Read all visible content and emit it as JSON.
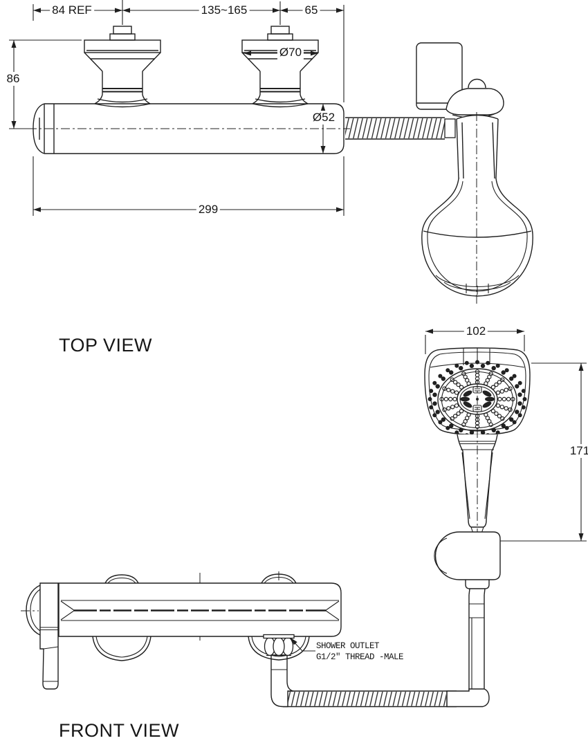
{
  "drawing": {
    "views": {
      "top_view_label": "TOP VIEW",
      "front_view_label": "FRONT VIEW"
    },
    "dimensions": {
      "top_view": {
        "left_reference": "84 REF",
        "handle_spacing": "135~165",
        "right_offset": "65",
        "depth": "86",
        "handle_flange_diameter": "Ø70",
        "body_diameter": "Ø52",
        "overall_length": "299"
      },
      "hand_shower": {
        "head_width": "102",
        "head_length": "171"
      }
    },
    "annotations": {
      "shower_outlet_line1": "SHOWER OUTLET",
      "shower_outlet_line2": "G1/2\" THREAD -MALE"
    },
    "colors": {
      "line": "#1f1f1f",
      "background": "#ffffff"
    }
  }
}
